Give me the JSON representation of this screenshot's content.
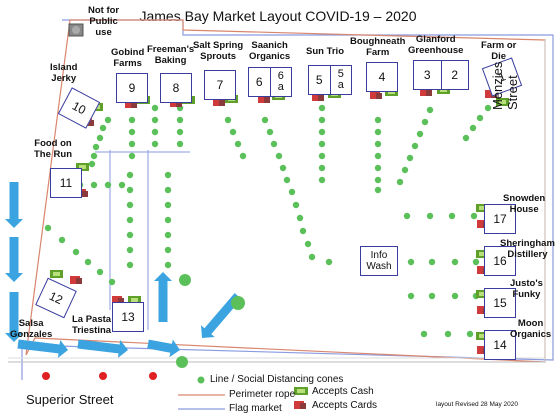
{
  "title": "James Bay Market Layout COVID-19 – 2020",
  "streets": {
    "menzies": "Menzies Street",
    "superior": "Superior Street"
  },
  "not_public": [
    "Not for",
    "Public",
    "use"
  ],
  "stalls": [
    {
      "id": "s10",
      "num": "10",
      "name": [
        "Island",
        "Jerky"
      ]
    },
    {
      "id": "s9",
      "num": "9",
      "name": [
        "Gobind",
        "Farms"
      ]
    },
    {
      "id": "s8",
      "num": "8",
      "name": [
        "Freeman's",
        "Baking"
      ]
    },
    {
      "id": "s7",
      "num": "7",
      "name": [
        "Salt Spring",
        "Sprouts"
      ]
    },
    {
      "id": "s6",
      "num": "6",
      "sub": [
        "6",
        "a"
      ],
      "name": [
        "Saanich",
        "Organics"
      ]
    },
    {
      "id": "s5",
      "num": "5",
      "sub": [
        "5",
        "a"
      ],
      "name": [
        "Sun Trio"
      ]
    },
    {
      "id": "s4",
      "num": "4",
      "name": [
        "Boughneath",
        "Farm"
      ]
    },
    {
      "id": "s32",
      "num": "3",
      "num2": "2",
      "name": [
        "Glanford",
        "Greenhouse"
      ]
    },
    {
      "id": "s1",
      "num": "1",
      "name": [
        "Farm or",
        "Die"
      ]
    },
    {
      "id": "s11",
      "num": "11",
      "name": [
        "Food on",
        "The Run"
      ]
    },
    {
      "id": "s12",
      "num": "12",
      "name": [
        "Salsa",
        "Gonzales"
      ]
    },
    {
      "id": "s13",
      "num": "13",
      "name": [
        "La Pasta",
        "Triestina"
      ]
    },
    {
      "id": "s17",
      "num": "17",
      "name": [
        "Snowden",
        "House"
      ]
    },
    {
      "id": "s16",
      "num": "16",
      "name": [
        "Sheringham",
        "Distillery"
      ]
    },
    {
      "id": "s15",
      "num": "15",
      "name": [
        "Justo's",
        "Funky"
      ]
    },
    {
      "id": "s14",
      "num": "14",
      "name": [
        "Moon",
        "Organics"
      ]
    }
  ],
  "info": [
    "Info",
    "Wash"
  ],
  "legend": {
    "cones": "Line / Social Distancing cones",
    "rope": "Perimeter rope",
    "flag": "Flag market",
    "cash": "Accepts Cash",
    "cards": "Accepts Cards"
  },
  "revised": "layout Revised 28 May 2020",
  "colors": {
    "cone": "#5cc05a",
    "rope": "#d9866e",
    "flag": "#8a9be0",
    "stall": "#3a3d9e",
    "arrow": "#3aa3e0",
    "cash": "#5fa02a",
    "cards": "#d03a3a",
    "dot": "#e02020"
  }
}
